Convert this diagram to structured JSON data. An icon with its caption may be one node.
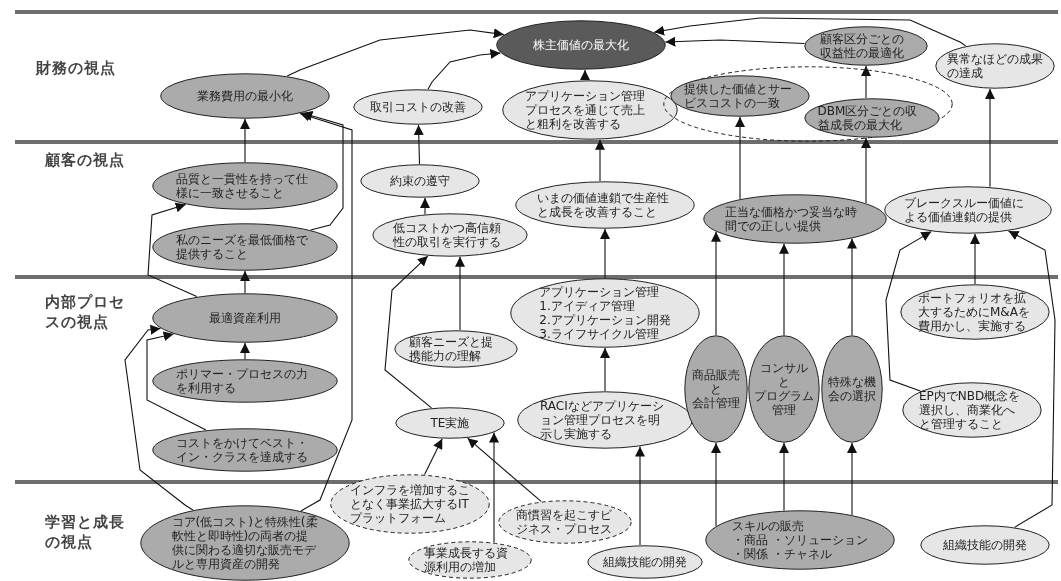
{
  "diagram": {
    "nodes": [
      {
        "text": [
          "株主価値の最大化"
        ]
      },
      {
        "text": [
          "業務費用の最小化"
        ]
      },
      {
        "text": [
          "取引コストの改善"
        ]
      },
      {
        "text": [
          "アプリケーション管理プロセスを通じて売上と粗利を改善する"
        ]
      },
      {
        "text": [
          "顧客区分ごとの収益性の最適化"
        ]
      },
      {
        "text": [],
        "shape": "ellipse"
      },
      {
        "text": [
          "提供した価値とサービスコストの一致"
        ],
        "in": 5
      },
      {
        "text": [
          "DBM区分ごとの収益成長の最大化"
        ],
        "in": 5
      },
      {
        "text": [
          "異常なほどの成果の達成"
        ]
      },
      {
        "text": [
          "品質と一貫性を持って仕様に一致させること"
        ]
      },
      {
        "text": [
          "私のニーズを最低価格で提供すること"
        ]
      },
      {
        "text": [
          "約束の遵守"
        ]
      },
      {
        "text": [
          "低コストかつ高信頼性の取引を実行する"
        ]
      },
      {
        "text": [
          "いまの価値連鎖で生産性と成長を改善すること"
        ]
      },
      {
        "text": [
          "正当な価格かつ妥当な時間での正しい提供"
        ]
      },
      {
        "text": [
          "ブレークスルー価値による価値連鎖の提供"
        ]
      },
      {
        "text": [
          "最適資産利用"
        ]
      },
      {
        "text": [
          "ポリマー・プロセスの力を利用する"
        ]
      },
      {
        "text": [
          "コストをかけてベスト・イン・クラスを達成する"
        ]
      },
      {
        "text": [
          "顧客ニーズと提携能力の理解"
        ]
      },
      {
        "text": [
          "アプリケーション管理",
          "1.アイディア管理",
          "2.アプリケーション開発",
          "3.ライフサイクル管理"
        ]
      },
      {
        "text": [
          "TE実施"
        ]
      },
      {
        "text": [
          "RACIなどアプリケーション管理プロセスを明示し実施する"
        ]
      },
      {
        "text": [
          "商品販売",
          "と",
          "会計管理"
        ]
      },
      {
        "text": [
          "コンサル",
          "と",
          "プログラム管理"
        ]
      },
      {
        "text": [
          "特殊な機会の選択"
        ]
      },
      {
        "text": [
          "ポートフォリオを拡大するためにM&Aを費用かし、実施する"
        ]
      },
      {
        "text": [
          "EP内でNBD概念を選択し、商業化へと管理すること"
        ]
      },
      {
        "text": [
          "コア(低コスト)と特殊性(柔軟性と即時性)の両者の提供に関わる適切な販売モデルと専用資産の開発"
        ]
      },
      {
        "text": [
          "インフラを増加することなく事業拡大するITプラットフォーム"
        ]
      },
      {
        "text": [
          "商慣習を起こすビジネス・プロセス"
        ]
      },
      {
        "text": [
          "事業成長する資源利用の増加"
        ]
      },
      {
        "text": [
          "組織技能の開発"
        ]
      },
      {
        "text": [
          "スキルの販売",
          "・商品 ・ソリューション",
          "・関係 ・チャネル"
        ]
      },
      {
        "text": [
          "組織技能の開発"
        ]
      }
    ],
    "edges": [
      {
        "from": 1,
        "to": 0,
        "arrow": "to"
      },
      {
        "from": 2,
        "to": 0,
        "arrow": "to"
      },
      {
        "from": 3,
        "to": 0,
        "arrow": "to"
      },
      {
        "from": 4,
        "to": 0,
        "arrow": "to"
      },
      {
        "from": 8,
        "to": 0,
        "arrow": "to"
      },
      {
        "from": 7,
        "to": 4,
        "arrow": "to"
      },
      {
        "from": 14,
        "to": 6,
        "arrow": "to"
      },
      {
        "from": 14,
        "to": 7,
        "arrow": "to"
      },
      {
        "from": 15,
        "to": 8,
        "arrow": "to"
      },
      {
        "from": 9,
        "to": 1,
        "arrow": "to"
      },
      {
        "from": 10,
        "to": 1,
        "arrow": "to"
      },
      {
        "from": 28,
        "to": 1,
        "arrow": "to"
      },
      {
        "from": 11,
        "to": 2,
        "arrow": "to"
      },
      {
        "from": 12,
        "to": 11,
        "arrow": "to"
      },
      {
        "from": 13,
        "to": 3,
        "arrow": "to"
      },
      {
        "from": 16,
        "to": 10,
        "arrow": "to"
      },
      {
        "from": 16,
        "to": 9,
        "arrow": "to"
      },
      {
        "from": 17,
        "to": 16,
        "arrow": "to"
      },
      {
        "from": 18,
        "to": 16,
        "arrow": "to"
      },
      {
        "from": 28,
        "to": 16,
        "arrow": "to"
      },
      {
        "from": 19,
        "to": 12,
        "arrow": "to"
      },
      {
        "from": 21,
        "to": 12,
        "arrow": "to"
      },
      {
        "from": 20,
        "to": 13,
        "arrow": "to"
      },
      {
        "from": 22,
        "to": 20,
        "arrow": "to"
      },
      {
        "from": 29,
        "to": 21,
        "arrow": "to"
      },
      {
        "from": 31,
        "to": 21,
        "arrow": "to"
      },
      {
        "from": 30,
        "to": 21,
        "arrow": "to"
      },
      {
        "from": 32,
        "to": 22,
        "arrow": "to"
      },
      {
        "from": 23,
        "to": 14,
        "arrow": "to"
      },
      {
        "from": 24,
        "to": 14,
        "arrow": "to"
      },
      {
        "from": 25,
        "to": 14,
        "arrow": "to"
      },
      {
        "from": 33,
        "to": 23,
        "arrow": "to"
      },
      {
        "from": 33,
        "to": 24,
        "arrow": "to"
      },
      {
        "from": 33,
        "to": 25,
        "arrow": "to"
      },
      {
        "from": 26,
        "to": 15,
        "arrow": "to"
      },
      {
        "from": 27,
        "to": 15,
        "arrow": "to"
      },
      {
        "from": 34,
        "to": 15,
        "arrow": "to"
      }
    ],
    "labels": [
      "財務の視点",
      "顧客の視点",
      "内部プロセスの視点",
      "学習と成長の視点"
    ]
  }
}
